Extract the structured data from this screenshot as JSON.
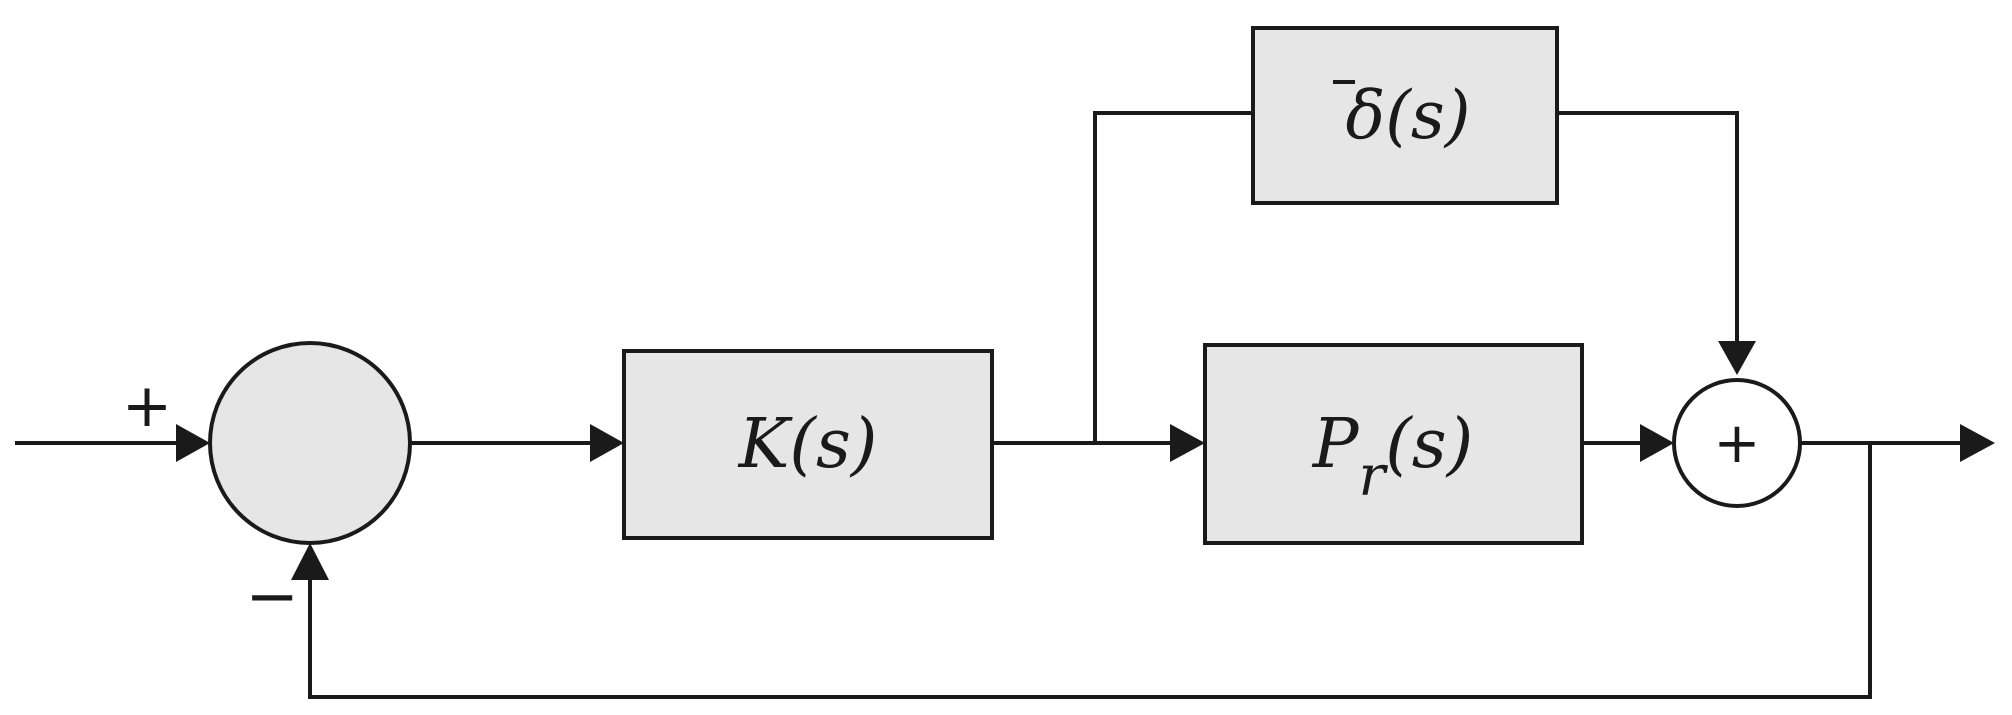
{
  "blocks": {
    "controller": {
      "name": "K",
      "arg": "(s)"
    },
    "plant": {
      "name": "P",
      "subscript": "r",
      "arg": "(s)"
    },
    "uncertainty": {
      "name": "δ",
      "arg": "(s)"
    }
  },
  "comparator": {
    "plus_sign": "+",
    "minus_sign": "−"
  },
  "summing_junction": {
    "sign": "+"
  },
  "colors": {
    "block_fill": "#e6e6e6",
    "stroke": "#1a1a1a"
  }
}
